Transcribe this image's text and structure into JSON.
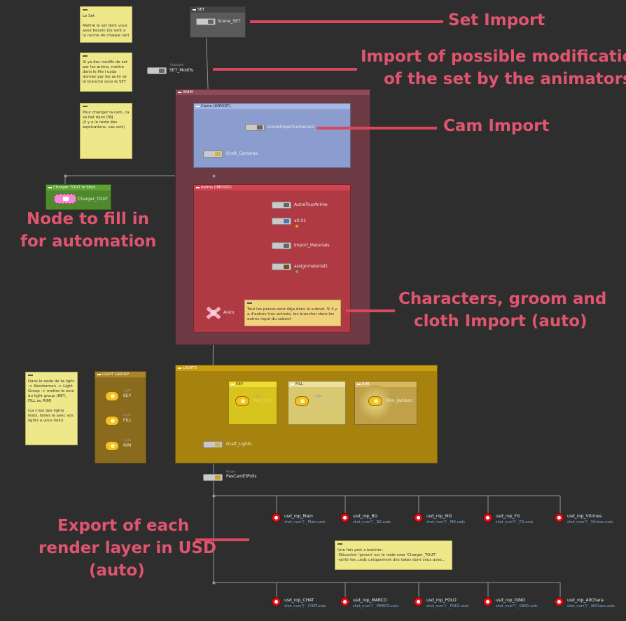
{
  "annotations": {
    "set_import": "Set Import",
    "import_mods_1": "Import of possible modifications",
    "import_mods_2": "of the set by the animators",
    "cam_import": "Cam Import",
    "node_fill_1": "Node to fill in",
    "node_fill_2": "for automation",
    "chars_1": "Characters, groom and",
    "chars_2": "cloth Import (auto)",
    "export_1": "Export of each",
    "export_2": "render layer in USD",
    "export_3": "(auto)"
  },
  "stickies": {
    "le_set": "Le Set\n\nMettre le set dont vous avez besoin (ils sont a la racine de chaque set)",
    "modifs": "Si ya des modifs de set par les anims, mettre dans le file l usda donner par les anim et le branché sous le SET",
    "cam": "Pour changer la cam, ca se fait dans OBJ\n(il y a le reste des explications, vas voir)",
    "anim": "Tout les persos sont déja dans le subnet. Si il y a d'autres truc animés, les brancher dans les autres input du subnet",
    "light": "Dans le node de ta light -> Renderman -> Light Group -> mettre le nom du light group (KEY, FILL ou RIM)\n\n(ca c'est des lights tests, faites le avec vos lights a vous hein)",
    "batcher": "Une fois pret a batcher:\n-Décocher 'groom' sur le node rose 'Charger_TOUT'\n-sortir les .usdc uniquement des takes dont vous avez..."
  },
  "boxes": {
    "set": "SET",
    "anim": "ANIM",
    "cams": "Cams (IMPORT)",
    "anims": "Anims (IMPORT)",
    "lights": "LIGHTS",
    "key": "KEY",
    "fill": "FILL",
    "rim": "RIM",
    "light_group": "LIGHT GROUP",
    "charger": "Charger TOUT le Shot"
  },
  "nodes": {
    "scene_set": "Scene_SET",
    "set_modifs_sub": "Sublayer",
    "set_modifs": "SET_Modifs",
    "sceneimport": "sceneimportcameras1",
    "graft_cameras": "Graft_Cameras",
    "charger_tout": "Charger_TOUT",
    "autretruc": "AutreTrucAnime",
    "x001": "x0.01",
    "import_materials": "Import_Materials",
    "assignmaterial": "assignmaterial1",
    "anim": "Anim",
    "key_sub": "Light",
    "key_light": "Key_Chat",
    "fill_sub": "Light",
    "fill_light": "Fill_Jambon",
    "rim_sub": "Light",
    "rim_light": "Rim_Jambon",
    "graft_lights": "Graft_Lights",
    "lg_key_sub": "Light",
    "lg_key": "KEY",
    "lg_fill_sub": "Light",
    "lg_fill": "FILL",
    "lg_rim_sub": "Light",
    "lg_rim": "RIM",
    "pascam_sub": "Prune",
    "pascam": "PasCamEtPoils"
  },
  "rops_row1": [
    {
      "name": "usd_rop_Main",
      "file": "shot_num\")`_Main.usdc"
    },
    {
      "name": "usd_rop_BG",
      "file": "shot_num\")`_BG.usdc"
    },
    {
      "name": "usd_rop_MG",
      "file": "shot_num\")`_MG.usdc"
    },
    {
      "name": "usd_rop_FG",
      "file": "shot_num\")`_FG.usdc"
    },
    {
      "name": "usd_rop_Vitrines",
      "file": "shot_num\")`_Vitrines.usdc"
    }
  ],
  "rops_row2": [
    {
      "name": "usd_rop_CHAT",
      "file": "shot_num\")`_CHAT.usdc"
    },
    {
      "name": "usd_rop_MARCO",
      "file": "shot_num\")`_MARCO.usdc"
    },
    {
      "name": "usd_rop_POLO",
      "file": "shot_num\")`_POLO.usdc"
    },
    {
      "name": "usd_rop_GINO",
      "file": "shot_num\")`_GINO.usdc"
    },
    {
      "name": "usd_rop_AllChara",
      "file": "shot_num\")`_AllChara.usdc"
    }
  ],
  "colors": {
    "annotation": "#e0556e",
    "set_box": "#5a5a5a",
    "anim_box": "#6e3a44",
    "cams_box": "#8b9ccf",
    "anims_box": "#b03a44",
    "lights_box": "#a8820e",
    "sticky": "#eee88a",
    "rop": "#e0141e"
  }
}
